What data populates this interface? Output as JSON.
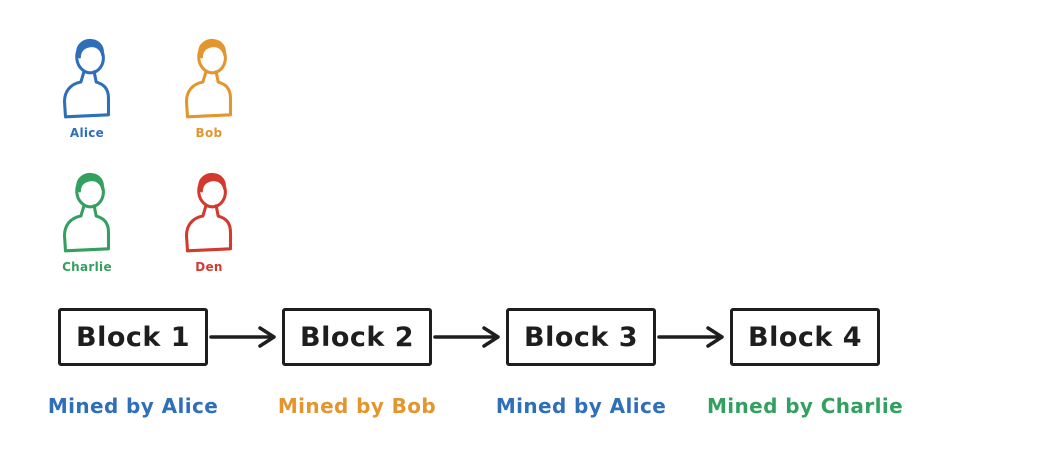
{
  "people": [
    {
      "name": "Alice",
      "color": "#2f6fba"
    },
    {
      "name": "Bob",
      "color": "#e2962d"
    },
    {
      "name": "Charlie",
      "color": "#33a05f"
    },
    {
      "name": "Den",
      "color": "#d33a2f"
    }
  ],
  "blocks": [
    {
      "label": "Block 1",
      "miner_caption": "Mined by Alice",
      "caption_color": "#2f6fba"
    },
    {
      "label": "Block 2",
      "miner_caption": "Mined by Bob",
      "caption_color": "#e2962d"
    },
    {
      "label": "Block 3",
      "miner_caption": "Mined by Alice",
      "caption_color": "#2f6fba"
    },
    {
      "label": "Block 4",
      "miner_caption": "Mined by Charlie",
      "caption_color": "#33a05f"
    }
  ],
  "colors": {
    "ink": "#1e1e1e",
    "background": "#ffffff"
  }
}
